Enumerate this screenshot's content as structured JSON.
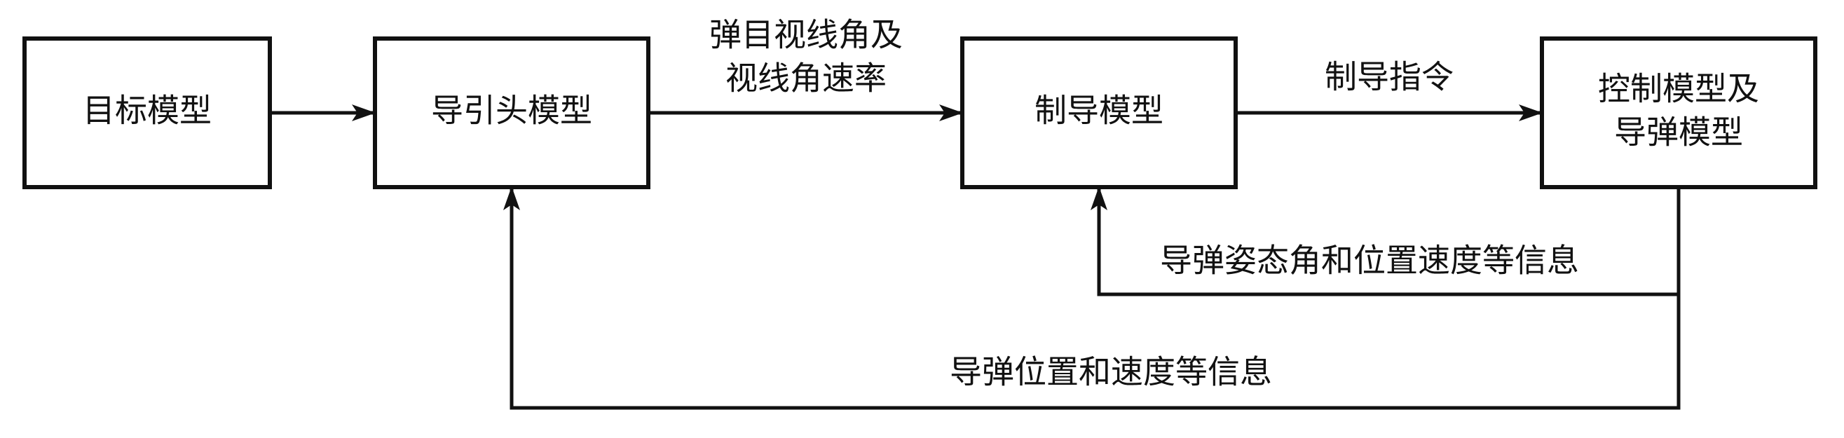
{
  "blocks": {
    "target_model": "目标模型",
    "seeker_model": "导引头模型",
    "guidance_model": "制导模型",
    "control_model": [
      "控制模型及",
      "导弹模型"
    ]
  },
  "signals": {
    "los_angle_and_rate": [
      "弹目视线角及",
      "视线角速率"
    ],
    "guidance_command": "制导指令",
    "attitude_position_velocity_feedback": "导弹姿态角和位置速度等信息",
    "position_velocity_feedback": "导弹位置和速度等信息"
  }
}
